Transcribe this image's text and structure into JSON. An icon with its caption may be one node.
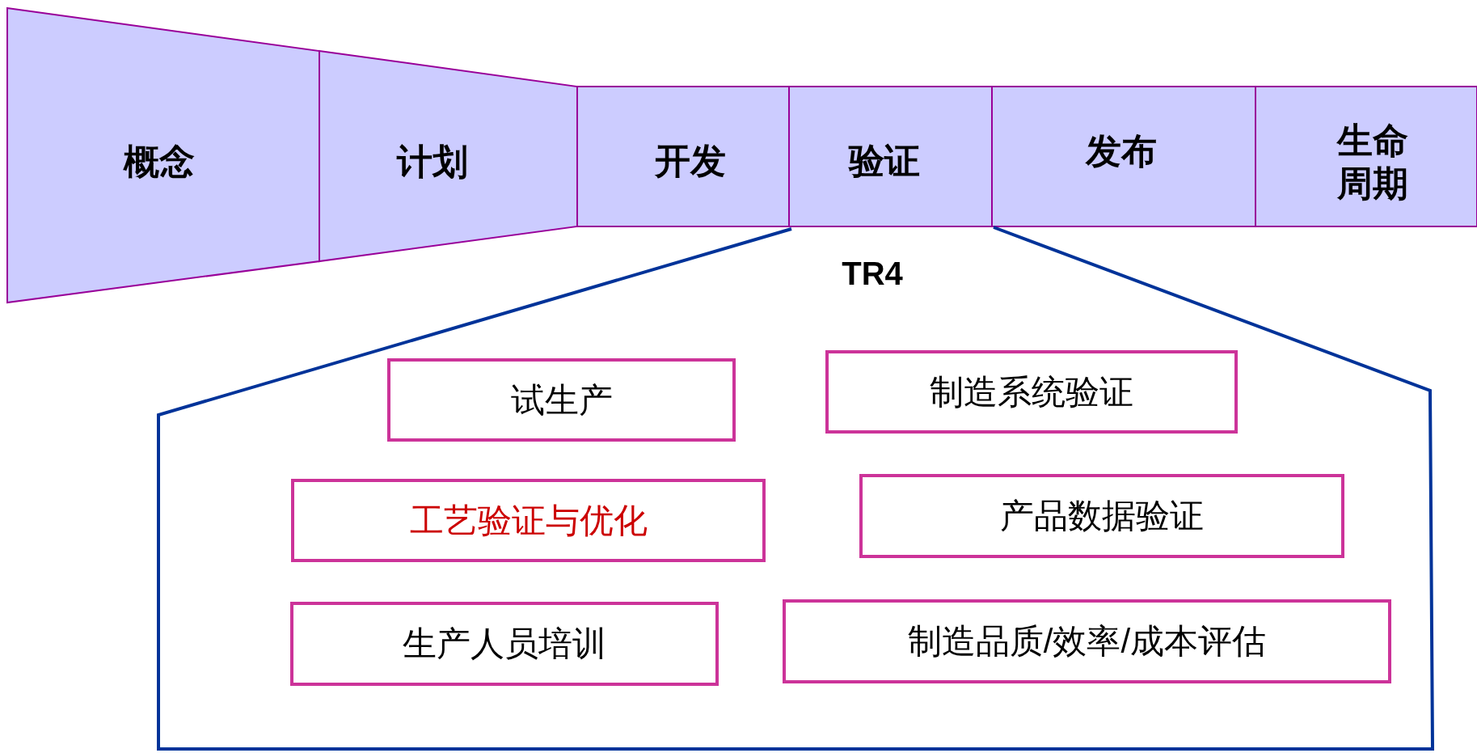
{
  "diagram": {
    "nodes": [
      {
        "text": [
          "概念"
        ]
      },
      {
        "text": [
          "计划"
        ]
      },
      {
        "text": [
          "开发"
        ]
      },
      {
        "text": [
          "验证"
        ]
      },
      {
        "text": [
          "发布"
        ]
      },
      {
        "text": [
          "生命周期"
        ]
      },
      {
        "text": [
          "TR4"
        ]
      },
      {
        "text": [
          "试生产"
        ],
        "in": 6
      },
      {
        "text": [
          "制造系统验证"
        ],
        "in": 6
      },
      {
        "text": [
          "工艺验证与优化"
        ],
        "in": 6
      },
      {
        "text": [
          "产品数据验证"
        ],
        "in": 6
      },
      {
        "text": [
          "生产人员培训"
        ],
        "in": 6
      },
      {
        "text": [
          "制造品质/效率/成本评估"
        ],
        "in": 6
      }
    ]
  }
}
